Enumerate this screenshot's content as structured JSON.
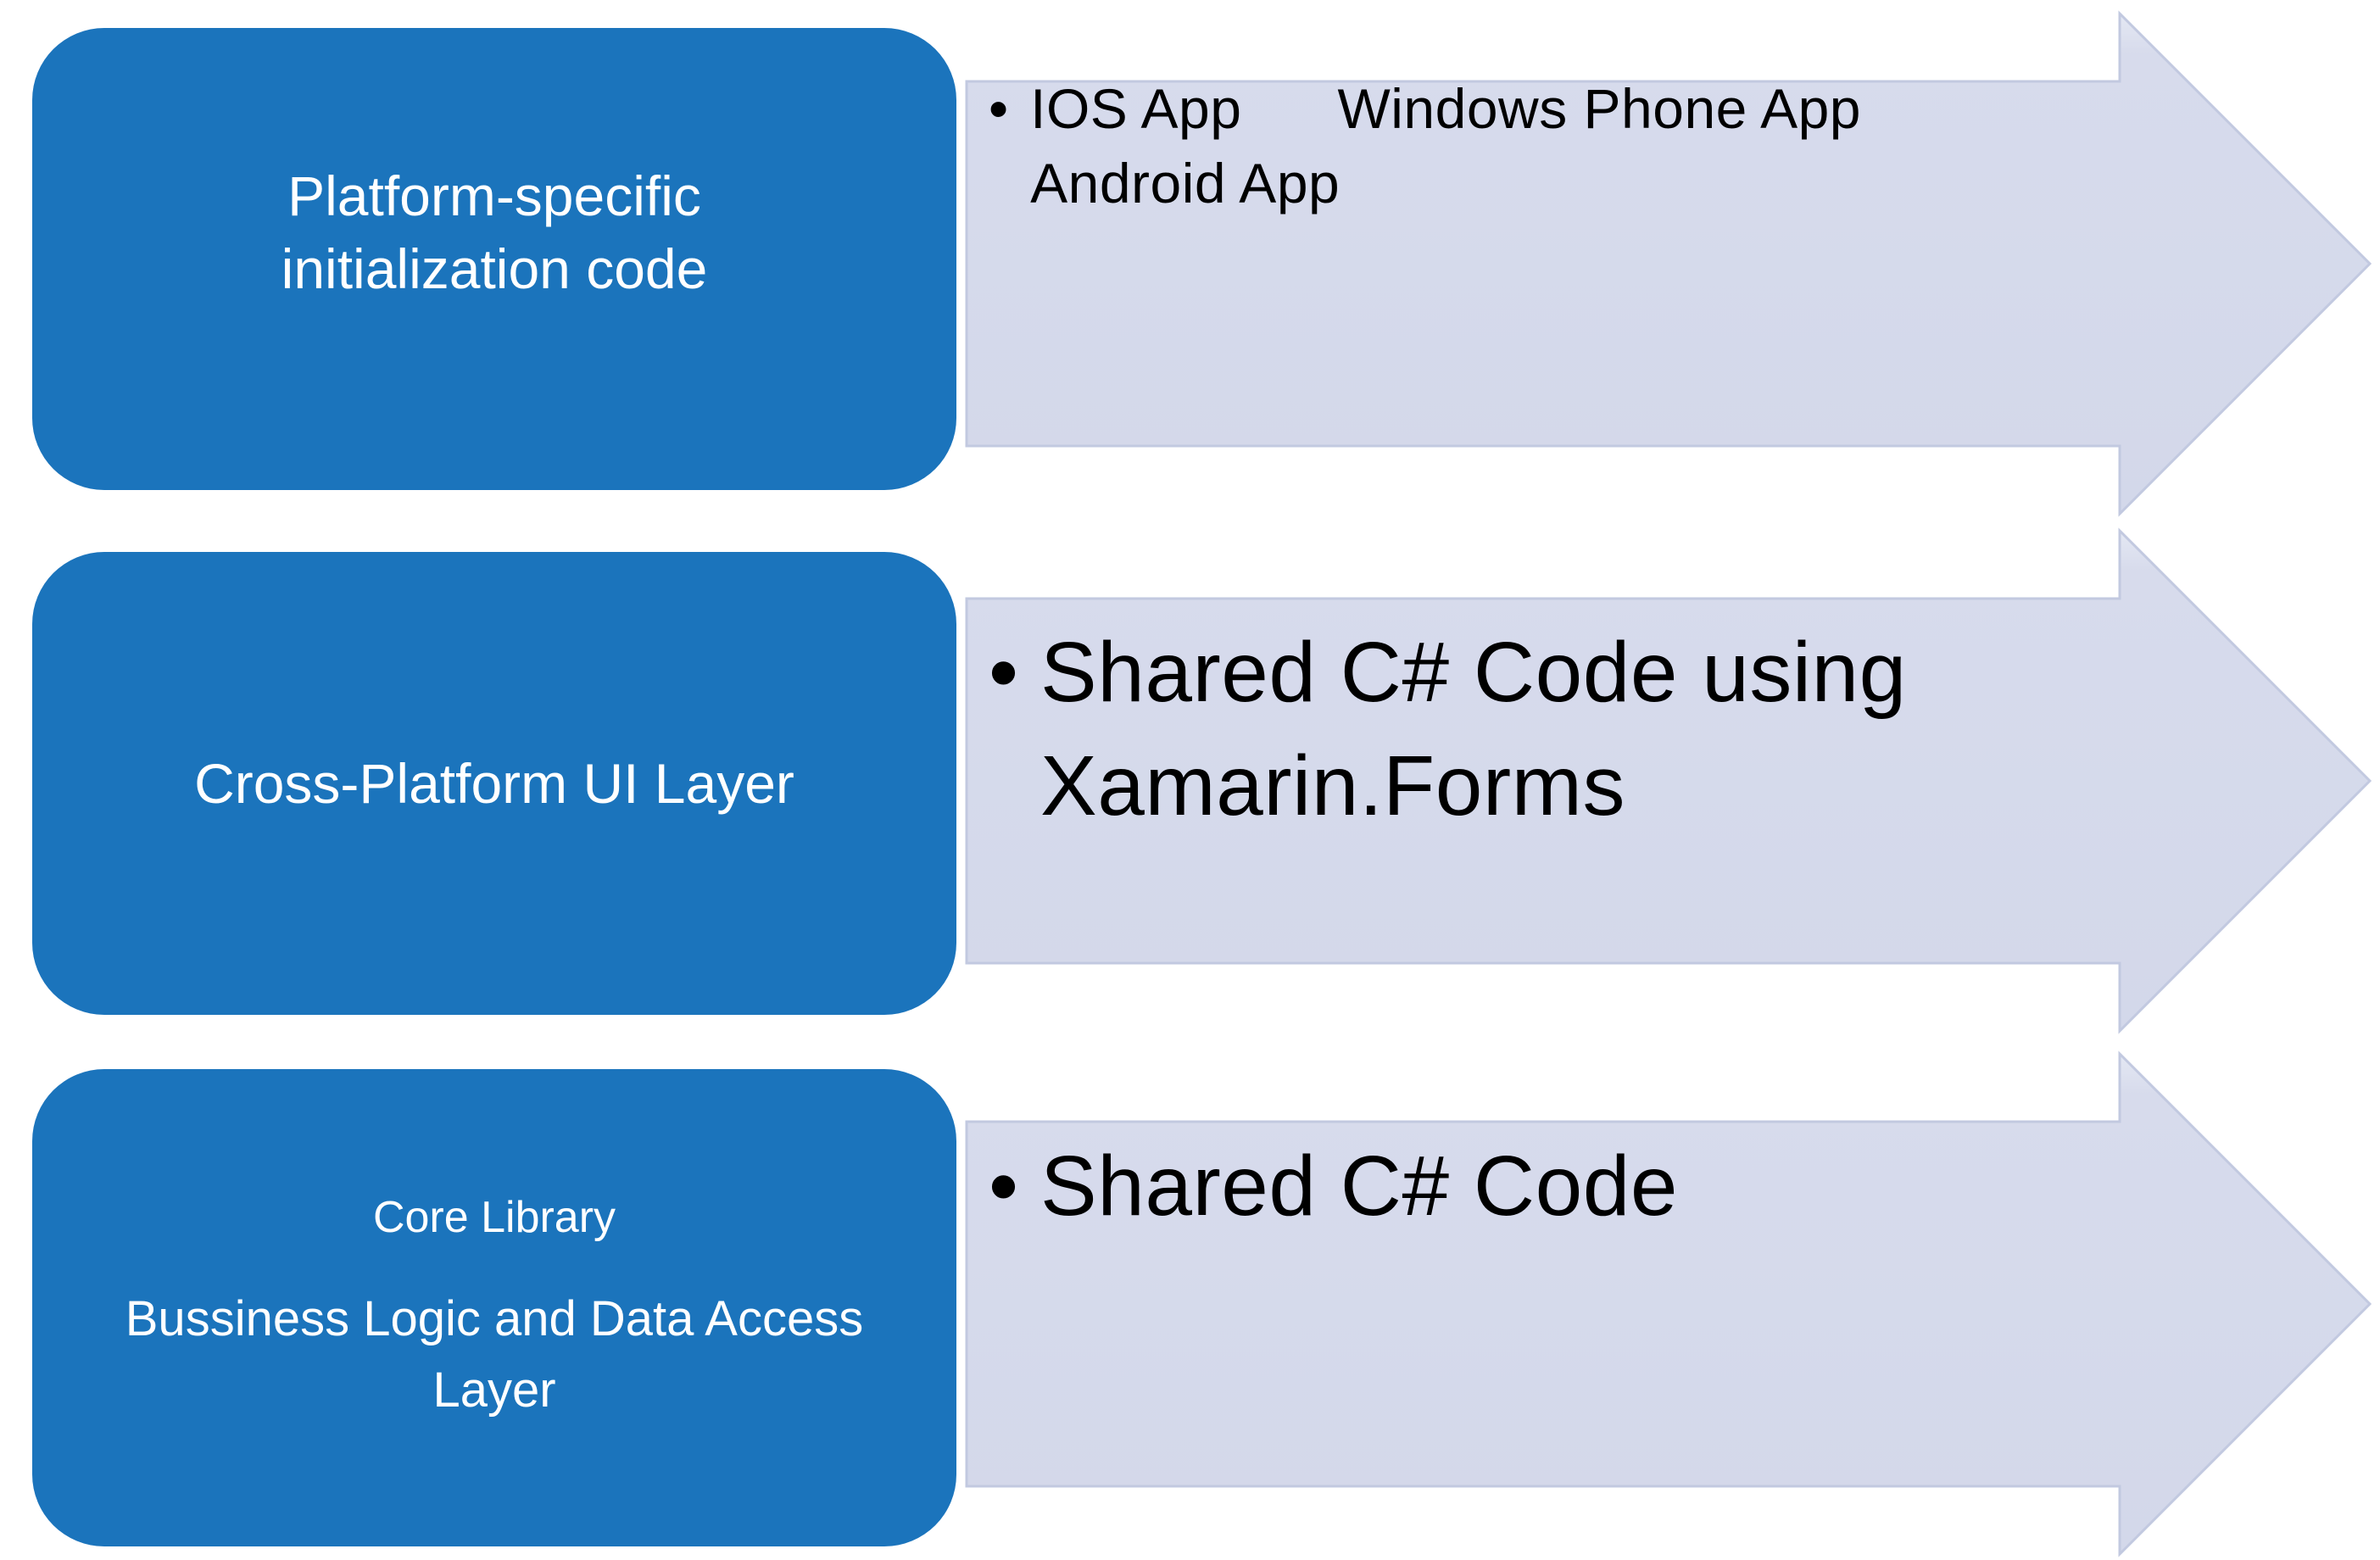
{
  "diagram": {
    "type": "smartart-vertical-bullet-list",
    "rows": [
      {
        "id": "platform-specific-row",
        "box_label": "Platform-specific\ninitialization code",
        "bullet": "•",
        "arrow_text": "IOS App      Windows Phone App\nAndroid App"
      },
      {
        "id": "cross-platform-ui-row",
        "box_label": "Cross-Platform UI Layer",
        "bullet": "•",
        "arrow_text": "Shared C# Code using\nXamarin.Forms"
      },
      {
        "id": "core-library-row",
        "box_label": "Core Library",
        "box_sublabel": "Bussiness Logic and Data Access\nLayer",
        "bullet": "•",
        "arrow_text": "Shared C# Code"
      }
    ],
    "colors": {
      "box_fill": "#1b74bc",
      "box_text": "#ffffff",
      "arrow_fill": "#d6daec",
      "arrow_fill_highlight": "#e4e8f3",
      "arrow_border": "#c2c9e0",
      "arrow_text": "#000000",
      "background": "#ffffff"
    }
  }
}
